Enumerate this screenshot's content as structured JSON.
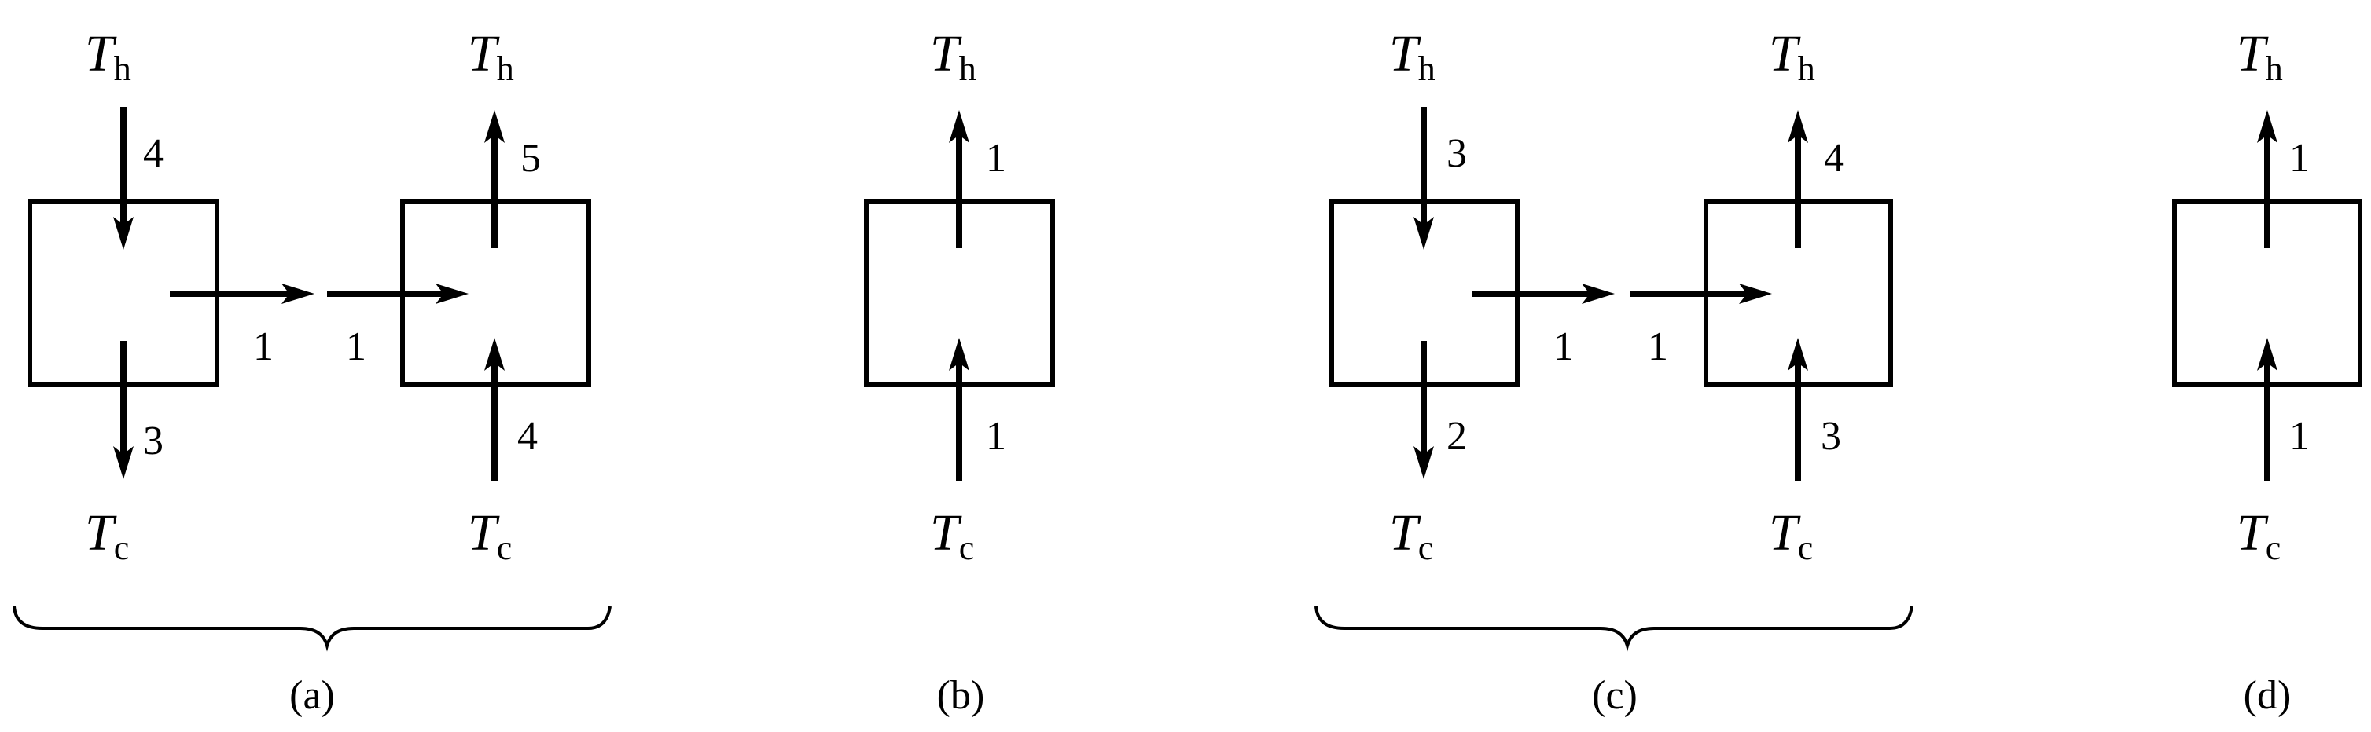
{
  "labels": {
    "hot_symbol": "T",
    "hot_subscript": "h",
    "cold_symbol": "T",
    "cold_subscript": "c"
  },
  "panels": {
    "a": {
      "caption": "(a)",
      "engine": {
        "in_from_hot": "4",
        "out_to_cold": "3",
        "work_out": "1"
      },
      "pump": {
        "work_in": "1",
        "in_from_cold": "4",
        "out_to_hot": "5"
      }
    },
    "b": {
      "caption": "(b)",
      "device": {
        "out_to_hot": "1",
        "in_from_cold": "1"
      }
    },
    "c": {
      "caption": "(c)",
      "engine": {
        "in_from_hot": "3",
        "out_to_cold": "2",
        "work_out": "1"
      },
      "pump": {
        "work_in": "1",
        "in_from_cold": "3",
        "out_to_hot": "4"
      }
    },
    "d": {
      "caption": "(d)",
      "device": {
        "out_to_hot": "1",
        "in_from_cold": "1"
      }
    }
  }
}
